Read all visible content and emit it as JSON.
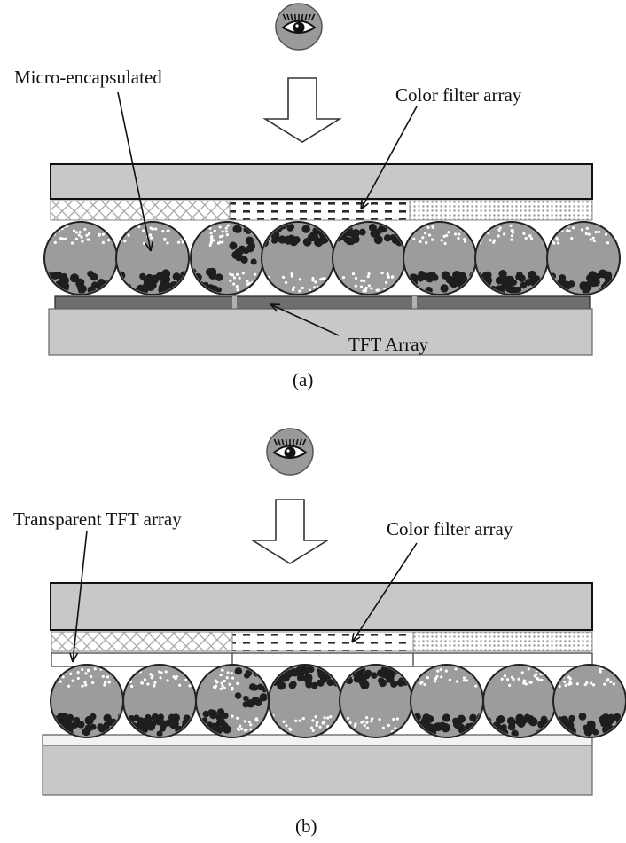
{
  "panel_a": {
    "caption": "(a)",
    "label_micro": "Micro-encapsulated",
    "label_color_filter": "Color filter array",
    "label_tft": "TFT Array"
  },
  "panel_b": {
    "caption": "(b)",
    "label_transparent_tft": "Transparent TFT array",
    "label_color_filter": "Color filter array"
  },
  "capsules_a": [
    "white-top",
    "white-top",
    "mixed",
    "black-top",
    "black-top",
    "white-top",
    "white-top",
    "white-top"
  ],
  "capsules_b": [
    "white-top",
    "white-top",
    "mixed",
    "black-top",
    "black-top",
    "white-top",
    "white-top",
    "white-top"
  ],
  "colors": {
    "substrate": "#c8c8c8",
    "capsule": "#9c9c9c",
    "tft_bar": "#6e6e6e",
    "particle_dark": "#1e1e1e",
    "particle_light": "#ffffff"
  },
  "icons": {
    "eye": "eye-icon",
    "arrow": "down-arrow-icon"
  }
}
